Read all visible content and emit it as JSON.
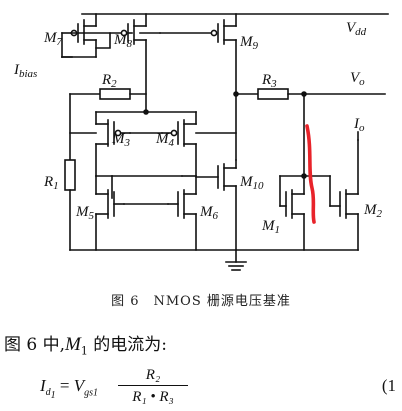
{
  "figure": {
    "labels": {
      "vdd_main": "V",
      "vdd_sub": "dd",
      "ibias_main": "I",
      "ibias_sub": "bias",
      "vo_main": "V",
      "vo_sub": "o",
      "io_main": "I",
      "io_sub": "o",
      "m7": "M",
      "m7_sub": "7",
      "m8": "M",
      "m8_sub": "8",
      "m9": "M",
      "m9_sub": "9",
      "m3": "M",
      "m3_sub": "3",
      "m4": "M",
      "m4_sub": "4",
      "m5": "M",
      "m5_sub": "5",
      "m6": "M",
      "m6_sub": "6",
      "m10": "M",
      "m10_sub": "10",
      "m1": "M",
      "m1_sub": "1",
      "m2": "M",
      "m2_sub": "2",
      "r1": "R",
      "r1_sub": "1",
      "r2": "R",
      "r2_sub": "2",
      "r3": "R",
      "r3_sub": "3"
    },
    "annotation_color": "#e8232a",
    "line_color": "#111111",
    "caption": "图 6　NMOS 栅源电压基准"
  },
  "text": {
    "para_prefix": "图 6 中,",
    "para_sym": "M",
    "para_sub": "1",
    "para_suffix": " 的电流为:"
  },
  "equation": {
    "lhs_main": "I",
    "lhs_sub1": "d",
    "lhs_sub2": "1",
    "eq_sign": "=",
    "rhs_main": "V",
    "rhs_sub": "gs1",
    "numerator": "R₂",
    "denominator": "R₁ • R₃",
    "number": "(1"
  }
}
